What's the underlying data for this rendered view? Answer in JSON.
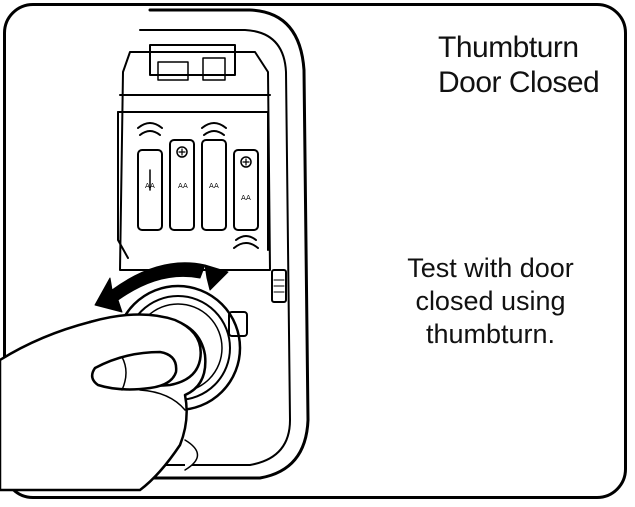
{
  "heading": {
    "line1": "Thumbturn",
    "line2": "Door Closed"
  },
  "instruction": {
    "line1": "Test with door",
    "line2": "closed using",
    "line3": "thumbturn."
  },
  "colors": {
    "stroke": "#000000",
    "background": "#ffffff"
  }
}
